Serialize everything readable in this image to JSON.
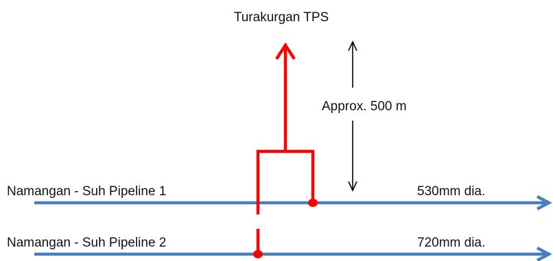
{
  "diagram": {
    "destination_label": "Turakurgan TPS",
    "distance_label": "Approx. 500 m",
    "pipelines": [
      {
        "name": "Namangan - Suh Pipeline 1",
        "diameter": "530mm dia."
      },
      {
        "name": "Namangan - Suh Pipeline 2",
        "diameter": "720mm dia."
      }
    ],
    "colors": {
      "pipeline": "#4a7ebb",
      "branch": "#ff0000",
      "text": "#111111",
      "dimension_arrow": "#000000"
    }
  }
}
